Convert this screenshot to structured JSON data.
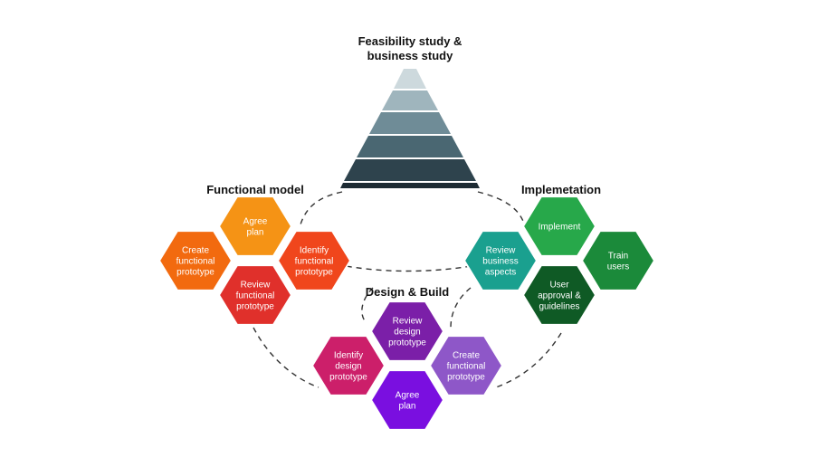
{
  "diagram": {
    "feasibility": {
      "title_line1": "Feasibility study &",
      "title_line2": "business study",
      "tier_colors": [
        "#cdd9dd",
        "#9fb5bd",
        "#6f8c97",
        "#4a6772",
        "#2e434d",
        "#1d2b33"
      ]
    },
    "functional_model": {
      "title": "Functional model",
      "hexes": {
        "agree_plan": {
          "lines": [
            "Agree",
            "plan"
          ],
          "color": "#f59315"
        },
        "create_prototype": {
          "lines": [
            "Create",
            "functional",
            "prototype"
          ],
          "color": "#f26a0f"
        },
        "identify_prototype": {
          "lines": [
            "Identify",
            "functional",
            "prototype"
          ],
          "color": "#f0461c"
        },
        "review_prototype": {
          "lines": [
            "Review",
            "functional",
            "prototype"
          ],
          "color": "#e0302b"
        }
      }
    },
    "implementation": {
      "title": "Implemetation",
      "hexes": {
        "review_business": {
          "lines": [
            "Review",
            "business",
            "aspects"
          ],
          "color": "#1aa08f"
        },
        "implement": {
          "lines": [
            "Implement"
          ],
          "color": "#27a84a"
        },
        "train_users": {
          "lines": [
            "Train",
            "users"
          ],
          "color": "#1b8a3a"
        },
        "user_approval": {
          "lines": [
            "User",
            "approval &",
            "guidelines"
          ],
          "color": "#0f5a25"
        }
      }
    },
    "design_build": {
      "title": "Design & Build",
      "hexes": {
        "review_design": {
          "lines": [
            "Review",
            "design",
            "prototype"
          ],
          "color": "#7b1fa8"
        },
        "identify_design": {
          "lines": [
            "Identify",
            "design",
            "prototype"
          ],
          "color": "#cc1f6a"
        },
        "create_functional": {
          "lines": [
            "Create",
            "functional",
            "prototype"
          ],
          "color": "#8e57c8"
        },
        "agree_plan": {
          "lines": [
            "Agree",
            "plan"
          ],
          "color": "#7a0fe0"
        }
      }
    }
  }
}
